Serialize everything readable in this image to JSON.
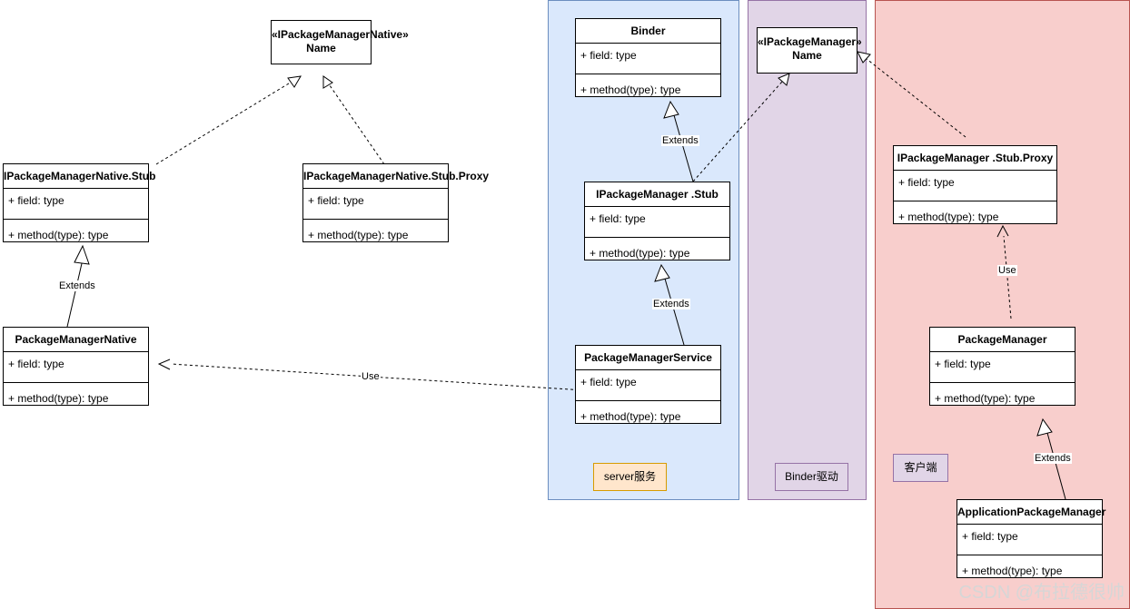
{
  "panels": {
    "server_note": "server服务",
    "binder_note": "Binder驱动",
    "client_note": "客户端"
  },
  "classes": {
    "binder": {
      "name": "Binder",
      "field": "+ field: type",
      "method": "+ method(type): type"
    },
    "ipm_stub": {
      "name": "IPackageManager .Stub",
      "field": "+ field: type",
      "method": "+ method(type): type"
    },
    "pms": {
      "name": "PackageManagerService",
      "field": "+ field: type",
      "method": "+ method(type): type"
    },
    "ipmn_stub": {
      "name": "IPackageManagerNative.Stub",
      "field": "+ field: type",
      "method": "+ method(type): type"
    },
    "ipmn_stub_proxy": {
      "name": "IPackageManagerNative.Stub.Proxy",
      "field": "+ field: type",
      "method": "+ method(type): type"
    },
    "pm_native": {
      "name": "PackageManagerNative",
      "field": "+ field: type",
      "method": "+ method(type): type"
    },
    "ipm_stub_proxy": {
      "name": "IPackageManager .Stub.Proxy",
      "field": "+ field: type",
      "method": "+ method(type): type"
    },
    "pm": {
      "name": "PackageManager",
      "field": "+ field: type",
      "method": "+ method(type): type"
    },
    "apm": {
      "name": "ApplicationPackageManager",
      "field": "+ field: type",
      "method": "+ method(type): type"
    }
  },
  "interfaces": {
    "ipmn": {
      "stereotype": "«IPackageManagerNative»",
      "name": "Name"
    },
    "ipm": {
      "stereotype": "«IPackageManager»",
      "name": "Name"
    }
  },
  "edge_labels": {
    "extends_binder": "Extends",
    "extends_stub": "Extends",
    "extends_native": "Extends",
    "extends_apm": "Extends",
    "use_native": "Use",
    "use_pm": "Use"
  },
  "watermark": "CSDN @布拉德很帅"
}
